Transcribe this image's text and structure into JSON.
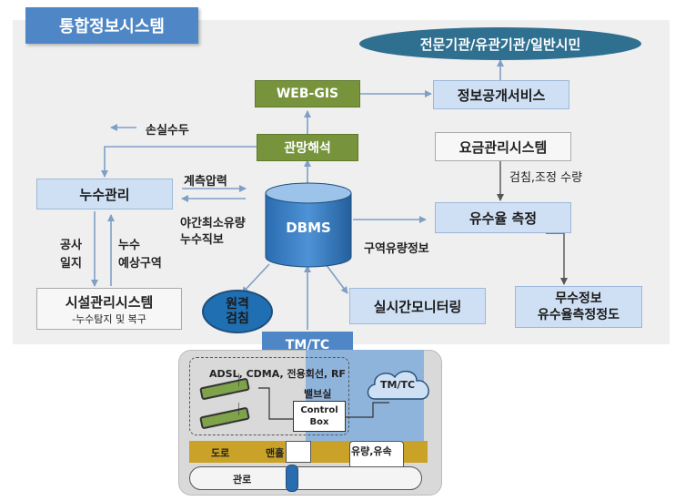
{
  "title": "통합정보시스템",
  "nodes": {
    "public": "전문기관/유관기관/일반시민",
    "webgis": "WEB-GIS",
    "info_service": "정보공개서비스",
    "network_analysis": "관망해석",
    "billing": "요금관리시스템",
    "leak_mgmt": "누수관리",
    "dbms": "DBMS",
    "revenue_measure": "유수율 측정",
    "facility_title": "시설관리시스템",
    "facility_sub": "-누수탐지 및 복구",
    "remote_reading_1": "원격",
    "remote_reading_2": "검침",
    "realtime": "실시간모니터링",
    "nonrevenue_1": "무수정보",
    "nonrevenue_2": "유수율측정정도",
    "tmtc": "TM/TC"
  },
  "labels": {
    "loss_head": "손실수두",
    "meter_pressure": "계측압력",
    "night_flow": "야간최소유량",
    "leak_direct": "누수직보",
    "work_log_1": "공사",
    "work_log_2": "일지",
    "leak_area_1": "누수",
    "leak_area_2": "예상구역",
    "zone_flow": "구역유량정보",
    "reading_qty": "검침,조정 수량"
  },
  "field": {
    "comm_types": "ADSL, CDMA, 전용회선, RF",
    "valve_room": "밸브실",
    "control_box_1": "Control",
    "control_box_2": "Box",
    "cloud": "TM/TC",
    "road": "도로",
    "manhole": "맨홀",
    "flow": "유량,유속",
    "pipe": "관로"
  },
  "colors": {
    "accent_blue": "#4f86c6",
    "light_blue": "#cfe0f4",
    "green": "#77933c",
    "dark_blue": "#1f4e79",
    "road": "#c9a227"
  }
}
